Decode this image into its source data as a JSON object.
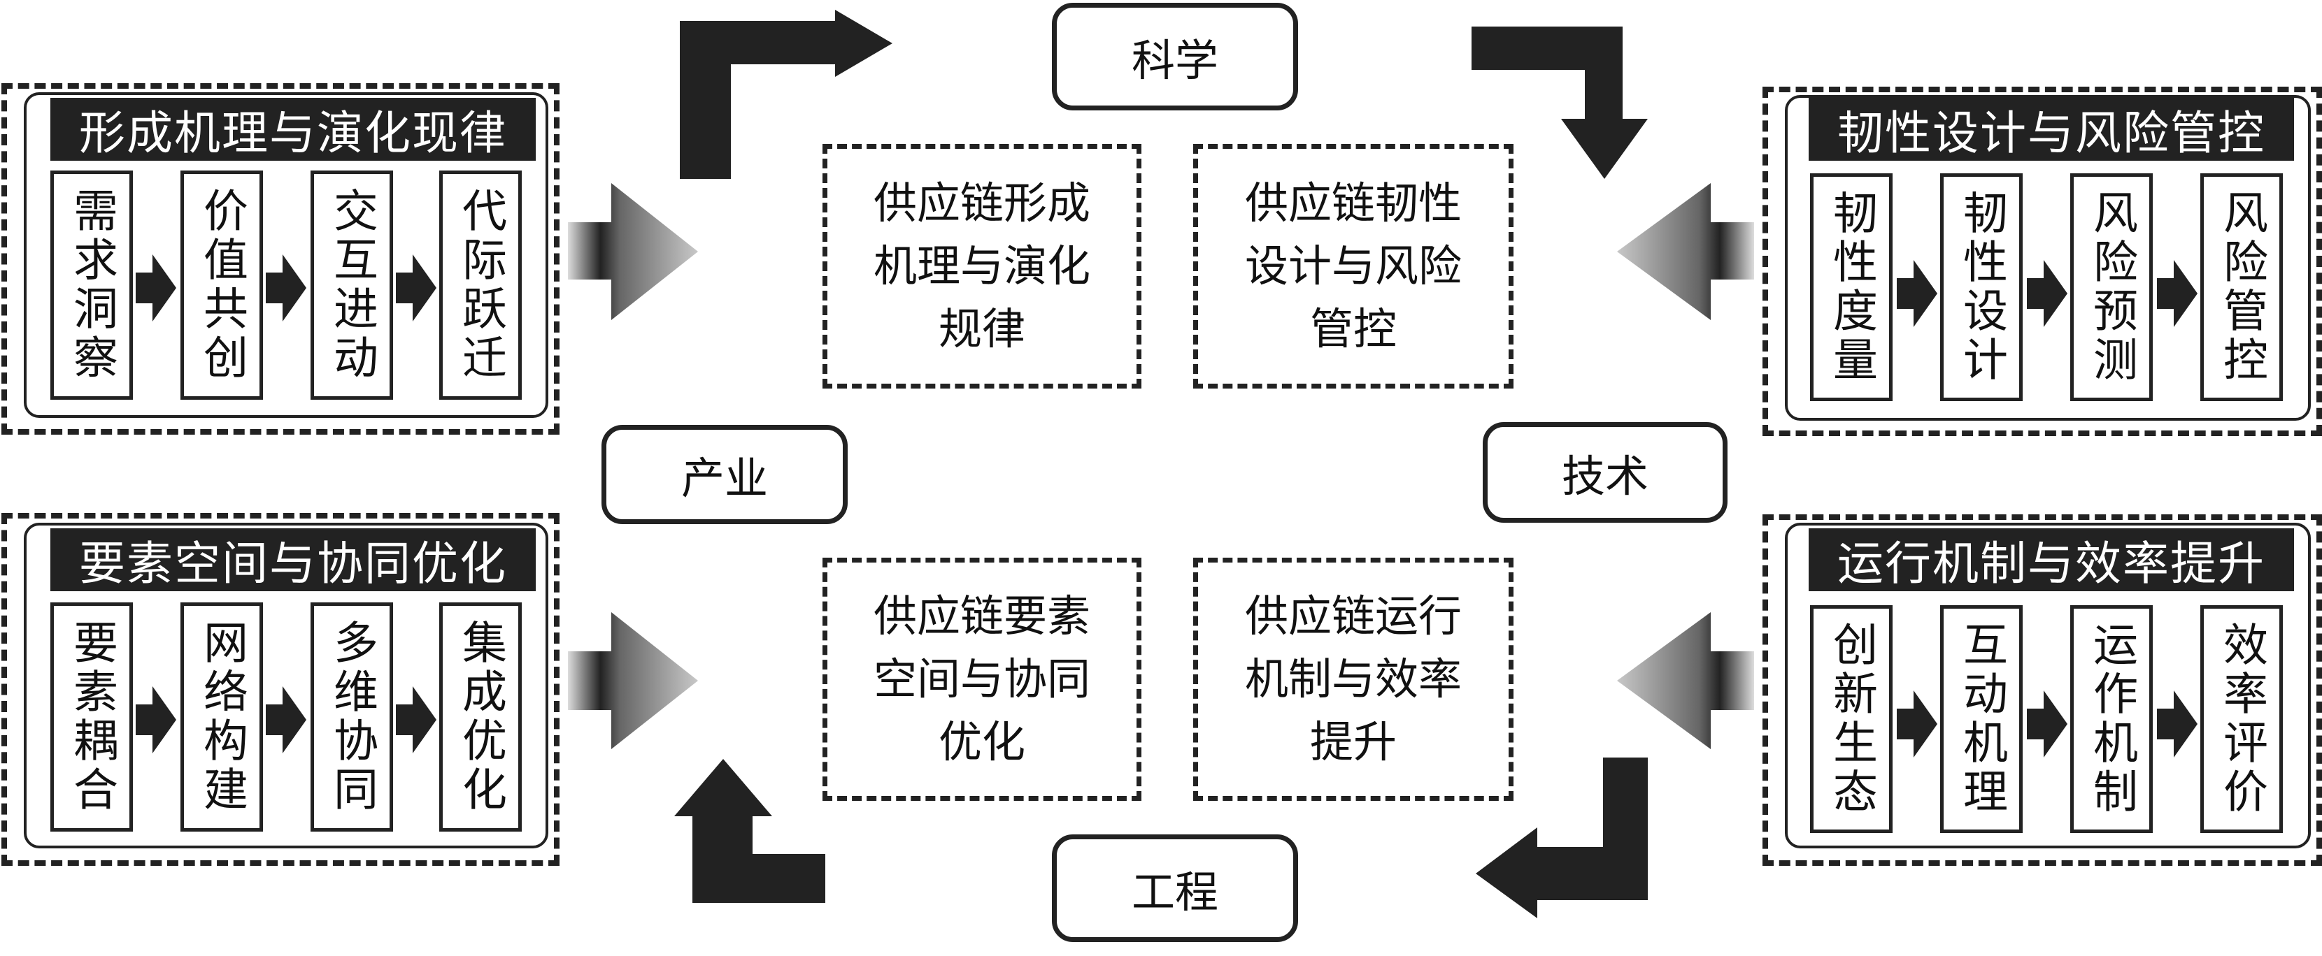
{
  "poles": {
    "top": "科学",
    "bottom": "工程",
    "left": "产业",
    "right": "技术"
  },
  "center_boxes": [
    {
      "id": "formation",
      "text": "供应链形成机理与演化规律"
    },
    {
      "id": "resilience",
      "text": "供应链韧性设计与风险管控"
    },
    {
      "id": "elements",
      "text": "供应链要素空间与协同优化"
    },
    {
      "id": "operation",
      "text": "供应链运行机制与效率提升"
    }
  ],
  "modules": [
    {
      "id": "formation",
      "title": "形成机理与演化现律",
      "steps": [
        "需求洞察",
        "价值共创",
        "交互进动",
        "代际跃迁"
      ]
    },
    {
      "id": "elements",
      "title": "要素空间与协同优化",
      "steps": [
        "要素耦合",
        "网络构建",
        "多维协同",
        "集成优化"
      ]
    },
    {
      "id": "resilience",
      "title": "韧性设计与风险管控",
      "steps": [
        "韧性度量",
        "韧性设计",
        "风险预测",
        "风险管控"
      ]
    },
    {
      "id": "operation",
      "title": "运行机制与效率提升",
      "steps": [
        "创新生态",
        "互动机理",
        "运作机制",
        "效率评价"
      ]
    }
  ],
  "colors": {
    "dark": "#222222",
    "background": "#ffffff"
  }
}
